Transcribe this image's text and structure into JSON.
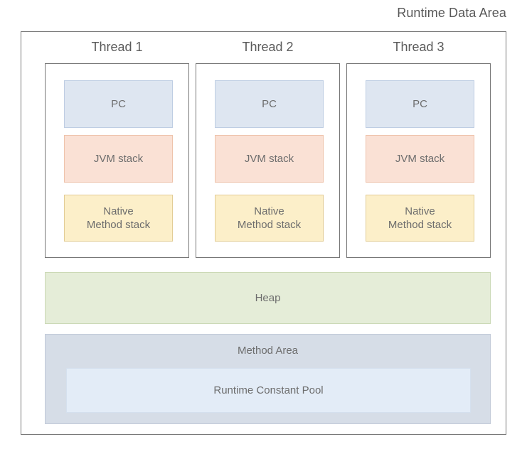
{
  "title": "Runtime Data Area",
  "threads": [
    {
      "label": "Thread 1",
      "boxes": [
        {
          "label": "PC"
        },
        {
          "label": "JVM stack"
        },
        {
          "label": "Native\nMethod stack"
        }
      ]
    },
    {
      "label": "Thread 2",
      "boxes": [
        {
          "label": "PC"
        },
        {
          "label": "JVM stack"
        },
        {
          "label": "Native\nMethod stack"
        }
      ]
    },
    {
      "label": "Thread 3",
      "boxes": [
        {
          "label": "PC"
        },
        {
          "label": "JVM stack"
        },
        {
          "label": "Native\nMethod stack"
        }
      ]
    }
  ],
  "heap": {
    "label": "Heap"
  },
  "method_area": {
    "label": "Method Area",
    "runtime_constant_pool": {
      "label": "Runtime Constant Pool"
    }
  },
  "colors": {
    "pc_fill": "#dee6f1",
    "pc_border": "#becde3",
    "jvm_stack_fill": "#fae1d5",
    "jvm_stack_border": "#eec3ab",
    "native_stack_fill": "#fcefc9",
    "native_stack_border": "#e2cc95",
    "heap_fill": "#e5edd8",
    "heap_border": "#cbd9b6",
    "method_area_fill": "#d6dde7",
    "method_area_border": "#c2cad8",
    "runtime_constant_pool_fill": "#e3ecf7",
    "runtime_constant_pool_border": "#d5e0ee",
    "frame_border": "#767676",
    "text": "#6d6d6d",
    "background": "#ffffff"
  }
}
